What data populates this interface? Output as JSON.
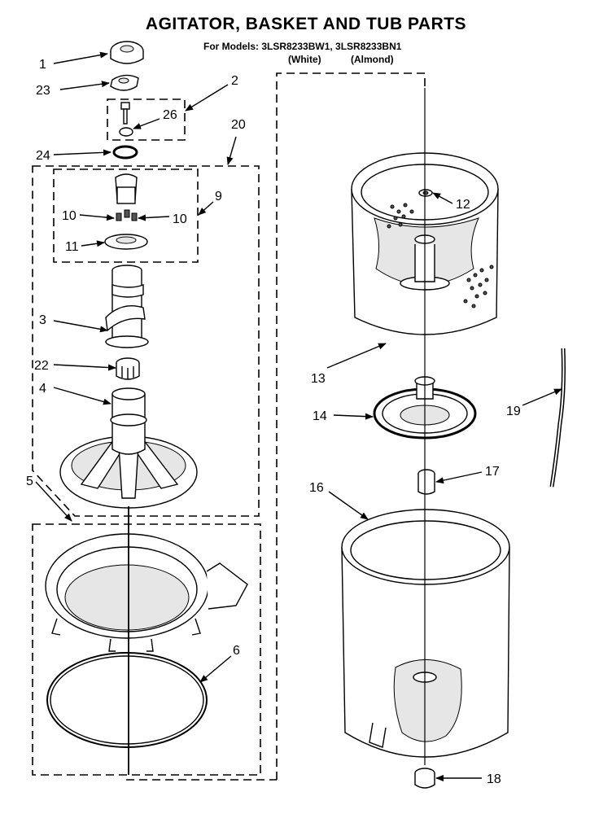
{
  "title": "AGITATOR, BASKET AND TUB PARTS",
  "models_line": "For Models: 3LSR8233BW1, 3LSR8233BN1",
  "variant_white": "(White)",
  "variant_almond": "(Almond)",
  "callouts": [
    {
      "id": "1",
      "text": "1"
    },
    {
      "id": "23",
      "text": "23"
    },
    {
      "id": "2",
      "text": "2"
    },
    {
      "id": "26",
      "text": "26"
    },
    {
      "id": "20",
      "text": "20"
    },
    {
      "id": "24",
      "text": "24"
    },
    {
      "id": "9",
      "text": "9"
    },
    {
      "id": "10a",
      "text": "10"
    },
    {
      "id": "10b",
      "text": "10"
    },
    {
      "id": "11",
      "text": "11"
    },
    {
      "id": "3",
      "text": "3"
    },
    {
      "id": "22",
      "text": "22"
    },
    {
      "id": "4",
      "text": "4"
    },
    {
      "id": "5",
      "text": "5"
    },
    {
      "id": "6",
      "text": "6"
    },
    {
      "id": "12",
      "text": "12"
    },
    {
      "id": "13",
      "text": "13"
    },
    {
      "id": "14",
      "text": "14"
    },
    {
      "id": "19",
      "text": "19"
    },
    {
      "id": "17",
      "text": "17"
    },
    {
      "id": "16",
      "text": "16"
    },
    {
      "id": "18",
      "text": "18"
    }
  ]
}
